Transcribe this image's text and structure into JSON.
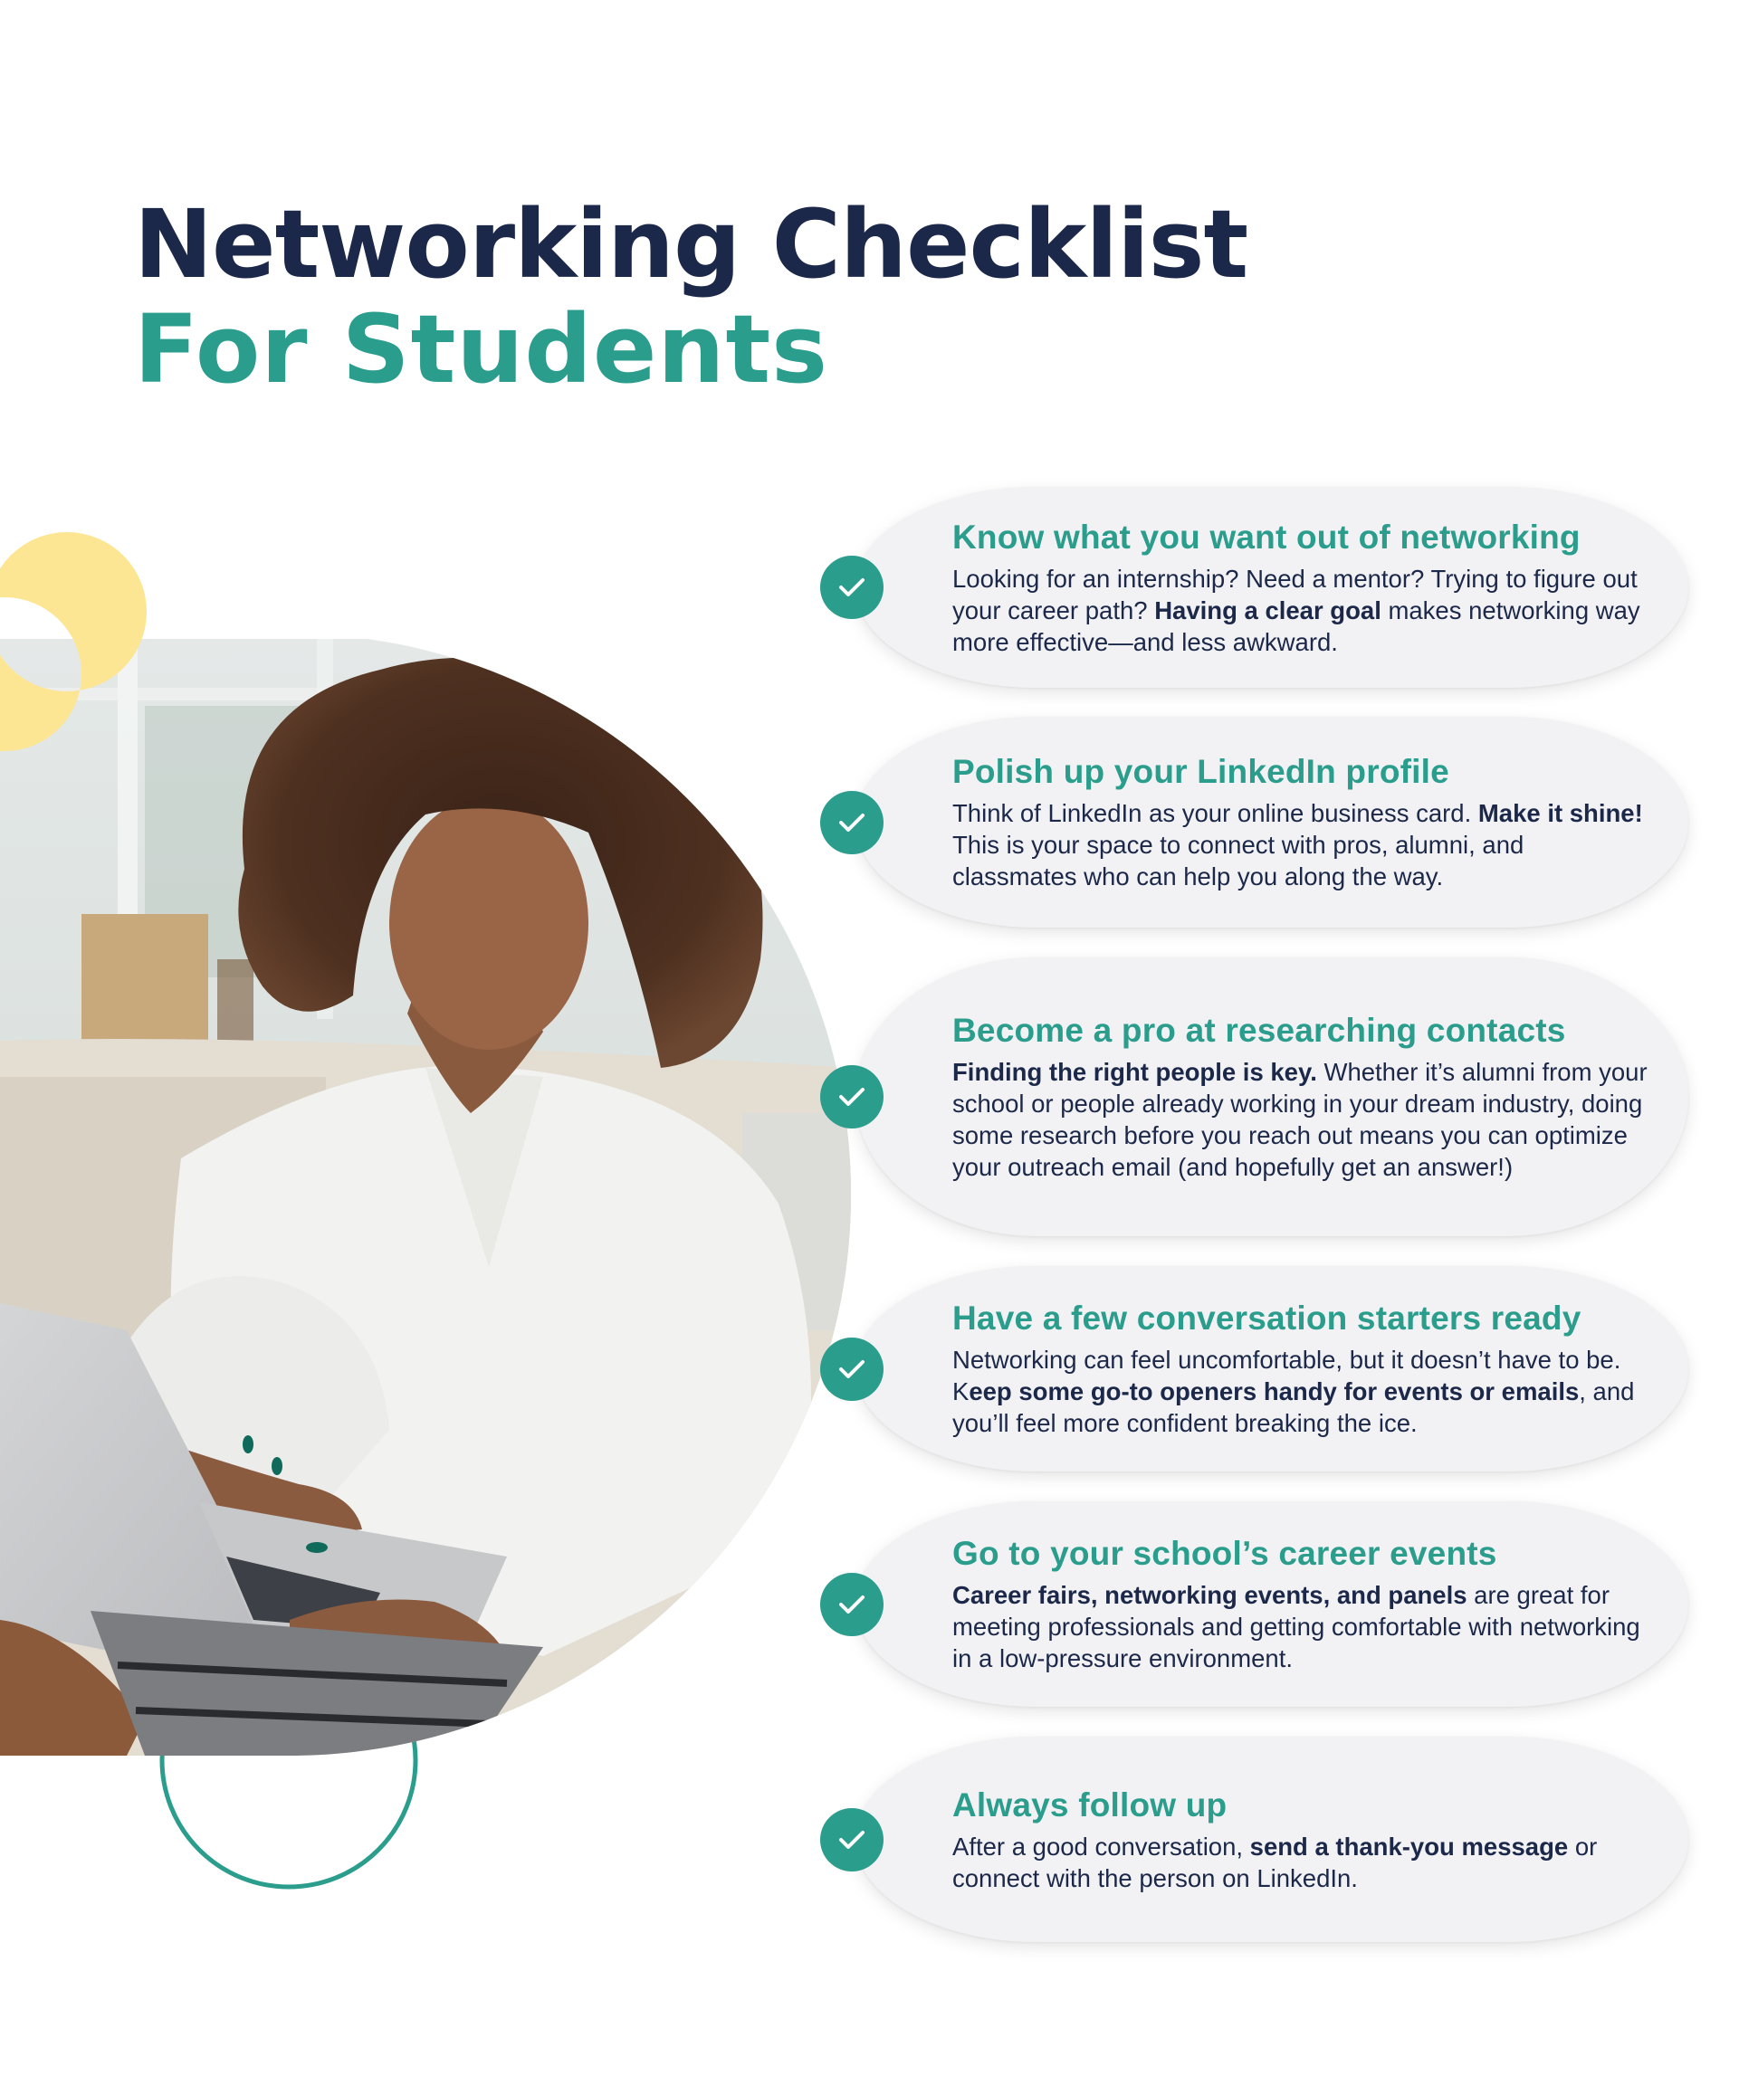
{
  "header": {
    "title_line1": "Networking Checklist",
    "title_line2": "For Students"
  },
  "colors": {
    "navy": "#1c2849",
    "teal": "#2a9d8c",
    "yellow": "#fce593",
    "card_bg": "#f2f2f4"
  },
  "photo": {
    "description": "Young woman with curly hair in a white shirt typing on a laptop on a sofa"
  },
  "checklist": [
    {
      "icon": "check-icon",
      "title": "Know what you want out of networking",
      "body_parts": [
        {
          "text": "Looking for an internship? Need a mentor? Trying to figure out your career path? ",
          "bold": false
        },
        {
          "text": "Having a clear goal",
          "bold": true
        },
        {
          "text": " makes networking way more effective—and less awkward.",
          "bold": false
        }
      ]
    },
    {
      "icon": "check-icon",
      "title": "Polish up your LinkedIn profile",
      "body_parts": [
        {
          "text": "Think of LinkedIn as your online business card. ",
          "bold": false
        },
        {
          "text": "Make it shine!",
          "bold": true
        },
        {
          "text": " This is your space to connect with pros, alumni, and classmates who can help you along the way.",
          "bold": false
        }
      ]
    },
    {
      "icon": "check-icon",
      "title": "Become a pro at researching contacts",
      "body_parts": [
        {
          "text": "Finding the right people is key.",
          "bold": true
        },
        {
          "text": " Whether it’s alumni from your school or people already working in your dream industry, doing some research before you reach out means you can optimize your outreach email (and hopefully get an answer!)",
          "bold": false
        }
      ]
    },
    {
      "icon": "check-icon",
      "title": "Have a few conversation starters ready",
      "body_parts": [
        {
          "text": "Networking can feel uncomfortable, but it doesn’t have to be. K",
          "bold": false
        },
        {
          "text": "eep some go-to openers handy for events or emails",
          "bold": true
        },
        {
          "text": ", and you’ll feel more confident breaking the ice.",
          "bold": false
        }
      ]
    },
    {
      "icon": "check-icon",
      "title": "Go to your school’s career events",
      "body_parts": [
        {
          "text": "Career fairs, networking events, and panels",
          "bold": true
        },
        {
          "text": " are great for meeting professionals and getting comfortable with networking in a low-pressure environment.",
          "bold": false
        }
      ]
    },
    {
      "icon": "check-icon",
      "title": "Always follow up",
      "body_parts": [
        {
          "text": "After a good conversation, ",
          "bold": false
        },
        {
          "text": "send a thank-you message",
          "bold": true
        },
        {
          "text": " or connect with the person on LinkedIn.",
          "bold": false
        }
      ]
    }
  ]
}
